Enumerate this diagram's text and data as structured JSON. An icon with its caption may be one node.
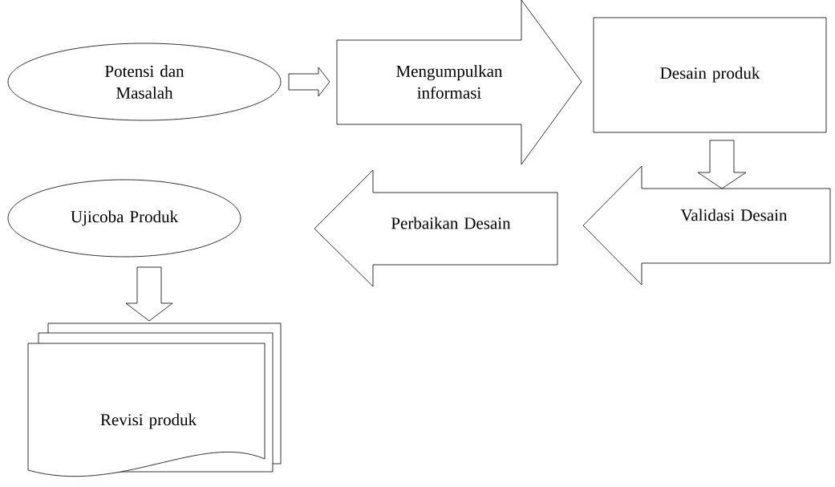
{
  "diagram": {
    "nodes": [
      {
        "text": [
          "Potensi dan Masalah"
        ]
      },
      {
        "text": [
          "Mengumpulkan informasi"
        ]
      },
      {
        "text": [
          "Desain produk"
        ]
      },
      {
        "text": [
          "Validasi Desain"
        ]
      },
      {
        "text": [
          "Perbaikan Desain"
        ]
      },
      {
        "text": [
          "Ujicoba Produk"
        ]
      },
      {
        "text": [
          "Revisi produk"
        ]
      }
    ],
    "edges": [
      {
        "from": 0,
        "to": 1,
        "arrow": "to"
      },
      {
        "from": 2,
        "to": 3,
        "arrow": "to"
      },
      {
        "from": 5,
        "to": 6,
        "arrow": "to"
      }
    ]
  }
}
